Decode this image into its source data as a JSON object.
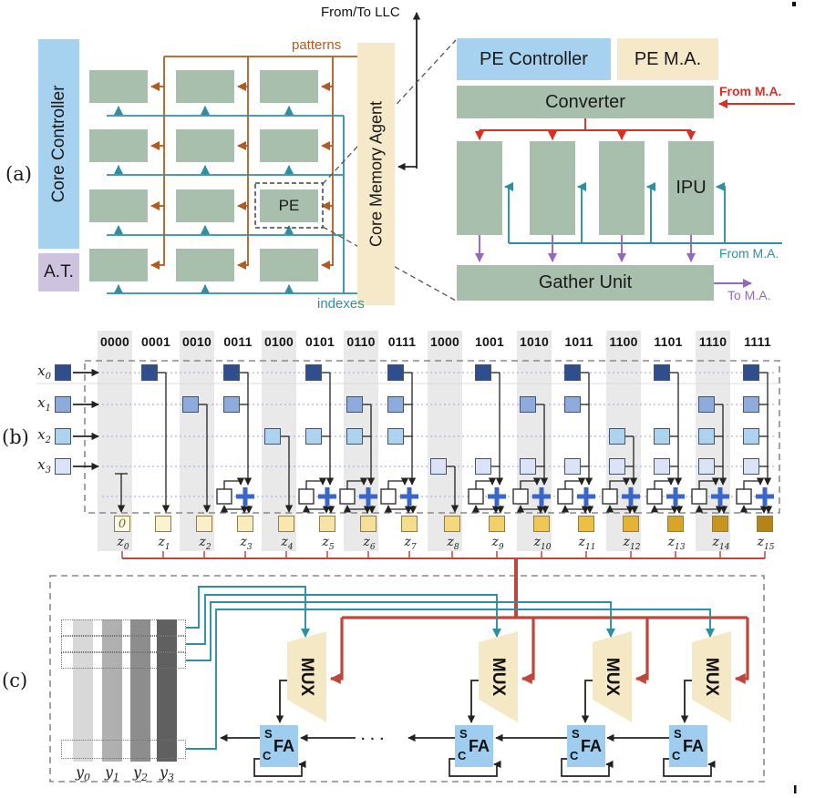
{
  "panel_a": {
    "label": "(a)",
    "core_controller": "Core Controller",
    "at_unit": "A.T.",
    "pe": "PE",
    "core_memory_agent": "Core Memory Agent",
    "from_to_llc": "From/To LLC",
    "patterns": "patterns",
    "indexes": "indexes",
    "detail": {
      "pe_controller": "PE Controller",
      "pe_ma": "PE M.A.",
      "converter": "Converter",
      "ipu": "IPU",
      "gather_unit": "Gather Unit",
      "from_ma_red": "From M.A.",
      "from_ma_teal": "From M.A.",
      "to_ma": "To M.A."
    }
  },
  "panel_b": {
    "label": "(b)",
    "headers": [
      "0000",
      "0001",
      "0010",
      "0011",
      "0100",
      "0101",
      "0110",
      "0111",
      "1000",
      "1001",
      "1010",
      "1011",
      "1100",
      "1101",
      "1110",
      "1111"
    ],
    "inputs": [
      {
        "base": "x",
        "sub": "0"
      },
      {
        "base": "x",
        "sub": "1"
      },
      {
        "base": "x",
        "sub": "2"
      },
      {
        "base": "x",
        "sub": "3"
      }
    ],
    "outputs": [
      {
        "base": "z",
        "sub": "0"
      },
      {
        "base": "z",
        "sub": "1"
      },
      {
        "base": "z",
        "sub": "2"
      },
      {
        "base": "z",
        "sub": "3"
      },
      {
        "base": "z",
        "sub": "4"
      },
      {
        "base": "z",
        "sub": "5"
      },
      {
        "base": "z",
        "sub": "6"
      },
      {
        "base": "z",
        "sub": "7"
      },
      {
        "base": "z",
        "sub": "8"
      },
      {
        "base": "z",
        "sub": "9"
      },
      {
        "base": "z",
        "sub": "10"
      },
      {
        "base": "z",
        "sub": "11"
      },
      {
        "base": "z",
        "sub": "12"
      },
      {
        "base": "z",
        "sub": "13"
      },
      {
        "base": "z",
        "sub": "14"
      },
      {
        "base": "z",
        "sub": "15"
      }
    ],
    "zero_text": "0",
    "input_colors": [
      "#2e4e8e",
      "#8fabdc",
      "#aed3ee",
      "#dde3f7"
    ],
    "z_colors": [
      "#fdf9e8",
      "#fbf2d2",
      "#faefc8",
      "#f9ecbc",
      "#f8e8b0",
      "#f7e4a4",
      "#f6e098",
      "#f5dc8c",
      "#f4d87e",
      "#f2cf68",
      "#efc755",
      "#ecbf45",
      "#e4b236",
      "#d8a528",
      "#c8941e",
      "#b68416"
    ]
  },
  "panel_c": {
    "label": "(c)",
    "mux_label": "MUX",
    "fa_sum": "S",
    "fa_label": "FA",
    "fa_carry": "C",
    "dots": ". . .",
    "y_labels": [
      {
        "base": "y",
        "sub": "0"
      },
      {
        "base": "y",
        "sub": "1"
      },
      {
        "base": "y",
        "sub": "2"
      },
      {
        "base": "y",
        "sub": "3"
      }
    ],
    "bar_colors": [
      "#d8d8d8",
      "#b0b0b0",
      "#8d8d8d",
      "#606060"
    ]
  },
  "colors": {
    "box_blue": "#a6d2f0",
    "box_green": "#a9bfad",
    "box_cream": "#f5e9c9",
    "box_purple": "#cdc3de",
    "fa_blue": "#9fcdf0",
    "mux_cream": "#f5e8c5",
    "wire_black": "#222222",
    "wire_orange": "#b55a1f",
    "wire_teal": "#2e8fa3",
    "wire_red": "#d93025",
    "wire_red_dark": "#c0453a",
    "wire_purple": "#9069c4",
    "plus_blue": "#3a66c8",
    "stripe": "#e9e9e9",
    "guide": "#a8b4e4"
  }
}
